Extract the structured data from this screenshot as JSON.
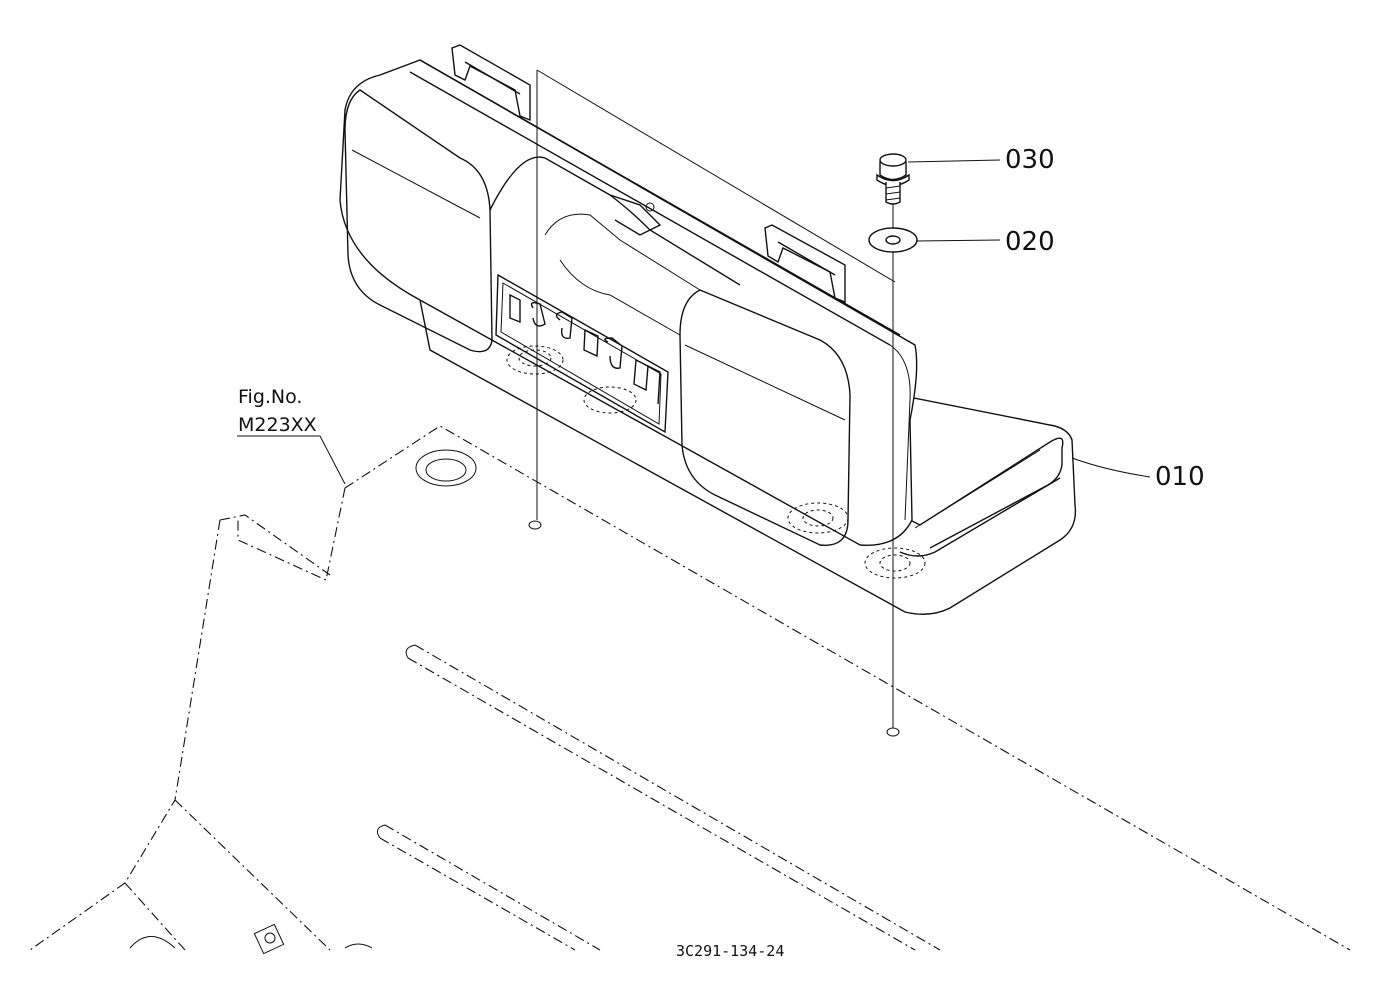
{
  "callouts": [
    {
      "id": "010",
      "label": "010"
    },
    {
      "id": "020",
      "label": "020"
    },
    {
      "id": "030",
      "label": "030"
    }
  ],
  "figure": {
    "title": "Fig.No.",
    "number": "M223XX"
  },
  "drawing_code": "3C291-134-24",
  "colors": {
    "line": "#111111",
    "background": "#ffffff"
  }
}
